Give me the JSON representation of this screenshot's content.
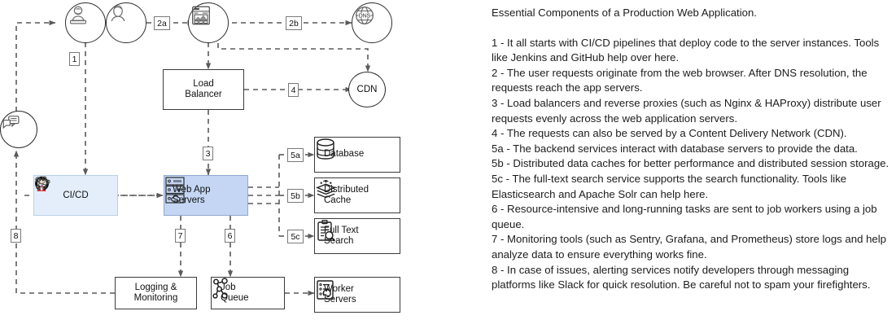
{
  "diagram": {
    "title": "Production web application architecture",
    "nodes": {
      "developer": {
        "label": "",
        "icon": "developer-laptop-icon"
      },
      "user": {
        "label": "",
        "icon": "user-person-icon"
      },
      "browser": {
        "label": "",
        "icon": "web-browser-icon"
      },
      "dns": {
        "label": "DNS",
        "icon": "dns-globe-icon"
      },
      "alerting": {
        "label": "",
        "icon": "chat-messaging-icon"
      },
      "load_balancer": {
        "label": "Load\nBalancer",
        "icon": ""
      },
      "cdn": {
        "label": "CDN",
        "icon": ""
      },
      "cicd": {
        "label": "CI/CD",
        "icons": [
          "jenkins-icon",
          "github-icon",
          "pipeline-nodes-icon"
        ]
      },
      "web_app_servers": {
        "label": "Web App\nServers",
        "icon": "server-cloud-icon"
      },
      "database": {
        "label": "Database",
        "icon": "database-cylinder-icon"
      },
      "distributed_cache": {
        "label": "Distributed\nCache",
        "icon": "cache-layers-icon"
      },
      "full_text_search": {
        "label": "Full Text\nSearch",
        "icon": "clipboard-search-icon"
      },
      "logging_monitoring": {
        "label": "Logging &\nMonitoring",
        "icon": ""
      },
      "job_queue": {
        "label": "Job\nQueue",
        "icon": "queue-nodes-icon"
      },
      "worker_servers": {
        "label": "Worker\nServers",
        "icon": "worker-server-icon"
      }
    },
    "edge_labels": {
      "e1": "1",
      "e2a": "2a",
      "e2b": "2b",
      "e3": "3",
      "e4": "4",
      "e5a": "5a",
      "e5b": "5b",
      "e5c": "5c",
      "e6": "6",
      "e7": "7",
      "e8": "8"
    },
    "colors": {
      "cicd_fill": "#e4eefb",
      "web_fill": "#c4d6f3",
      "edge": "#5a5a5a",
      "box_stroke": "#3b3b3b"
    }
  },
  "notes": {
    "title": "Essential Components of a Production Web Application.",
    "body": "1 - It all starts with CI/CD pipelines that deploy code to the server instances. Tools like Jenkins and GitHub help over here.\n2 - The user requests originate from the web browser. After DNS resolution, the requests reach the app servers.\n3 - Load balancers and reverse proxies (such as Nginx & HAProxy) distribute user requests evenly across the web application servers.\n4 - The requests can also be served by a Content Delivery Network (CDN).\n5a - The backend services interact with database servers to provide the data.\n5b - Distributed data caches for better performance and distributed session storage.\n5c - The full-text search service supports the search functionality. Tools like Elasticsearch and Apache Solr can help here.\n6 - Resource-intensive and long-running tasks are sent to job workers using a job queue.\n7 - Monitoring tools (such as Sentry, Grafana, and Prometheus) store logs and help analyze data to ensure everything works fine.\n8 - In case of issues, alerting services notify developers through messaging platforms like Slack for quick resolution. Be careful not to spam your firefighters."
  }
}
